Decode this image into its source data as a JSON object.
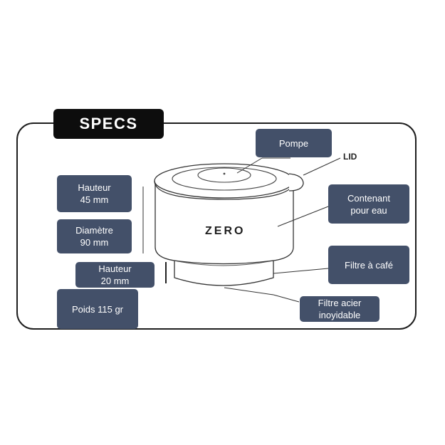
{
  "title": "SPECS",
  "brand": "ZERO",
  "lid_label": "LID",
  "labels": {
    "pompe": "Pompe",
    "contenant": "Contenant\npour eau",
    "filtre_cafe": "Filtre à café",
    "filtre_acier": "Filtre acier\ninoyidable",
    "hauteur_45": "Hauteur\n45 mm",
    "diametre": "Diamètre\n90 mm",
    "hauteur_20": "Hauteur\n20 mm",
    "poids": "Poids 115 gr"
  },
  "colors": {
    "box": "#435069",
    "tab": "#0d0d0d",
    "outline": "#1e1e1e"
  }
}
